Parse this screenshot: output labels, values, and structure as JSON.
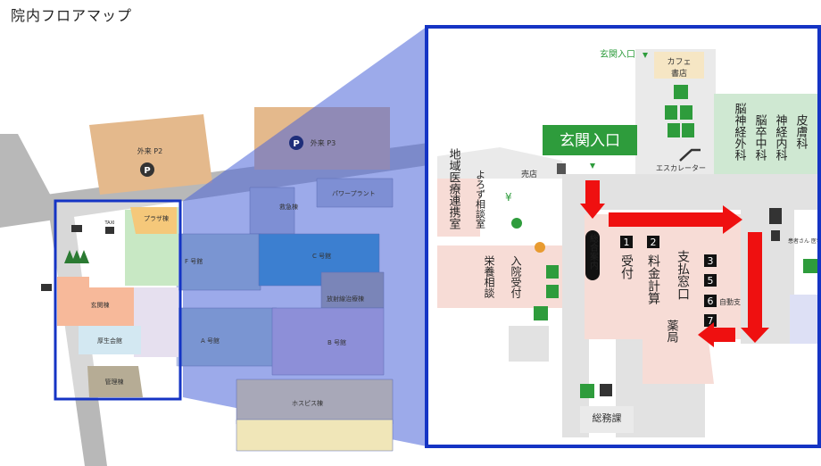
{
  "title": "院内フロアマップ",
  "overview": {
    "parking_p2": "外来 P2",
    "parking_p3": "外来 P3",
    "parking_symbol": "P",
    "buildings": {
      "plaza": "プラザ棟",
      "entrance": "玄関棟",
      "welfare": "厚生会館",
      "management": "管理棟",
      "emergency": "救急棟",
      "power_plant": "パワープラント",
      "f_wing": "F 号館",
      "c_wing": "C 号館",
      "radiation": "放射線治療棟",
      "a_wing": "A 号館",
      "b_wing": "B 号館",
      "hospice": "ホスピス棟"
    },
    "taxi": "TAXI"
  },
  "detail": {
    "entrance_top": "玄関入口",
    "cafe": "カフェ",
    "bookstore": "書店",
    "main_entrance": "玄関入口",
    "escalator": "エスカレーター",
    "shop": "売店",
    "regional": "地域医療連携室",
    "consult": "よろず相談室",
    "nutrition": "栄養相談",
    "admission": "入院受付",
    "info": "総合案内",
    "reception": "受付",
    "billing": "料金計算",
    "payment": "支払窓口",
    "auto_pay": "自動支",
    "pharmacy": "薬局",
    "general_affairs": "総務課",
    "neurosurgery": "脳神経外科",
    "neurology": "脳卒中科",
    "neuro_internal": "神経内科",
    "dermatology": "皮膚科",
    "patient_library": "患者さん 医学情報",
    "numbers": [
      "1",
      "2",
      "3",
      "5",
      "6",
      "7"
    ]
  },
  "colors": {
    "highlight": "#1534c4",
    "arrow": "#ef1010",
    "entrance_sign": "#2e9c3c",
    "green_zone": "#cfe8d2",
    "pink_zone": "#f7dcd6"
  }
}
